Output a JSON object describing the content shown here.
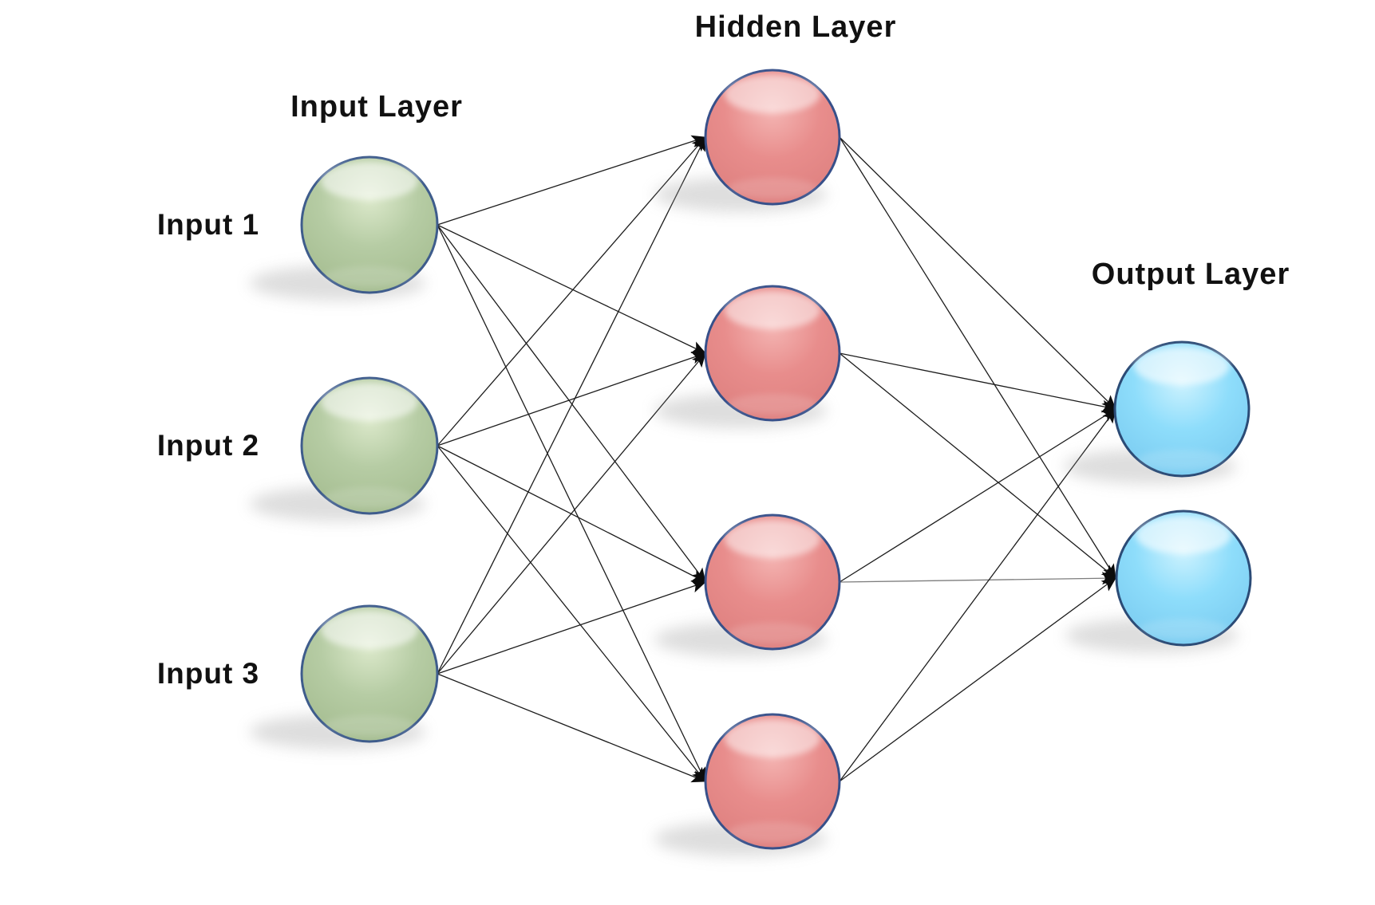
{
  "diagram": {
    "type": "neural-network",
    "titles": {
      "input": "Input Layer",
      "hidden": "Hidden Layer",
      "output": "Output Layer"
    },
    "node_labels": {
      "input_1": "Input 1",
      "input_2": "Input 2",
      "input_3": "Input 3"
    },
    "structure": {
      "input_nodes": 3,
      "hidden_nodes": 4,
      "output_nodes": 2,
      "connectivity": "fully-connected",
      "direction": "left-to-right"
    },
    "colors": {
      "background": "#ffffff",
      "edge": "#1c1c1c",
      "edge_faint": "#7d7d7d",
      "arrow": "#0c0c0c",
      "input_fill": "#b6cca4",
      "input_fill_light": "#dce9cb",
      "input_fill_dark": "#a2ba8d",
      "input_stroke": "#3e5c8c",
      "hidden_fill": "#e88d8c",
      "hidden_fill_light": "#f4b5b3",
      "hidden_fill_dark": "#dc7e7d",
      "hidden_stroke": "#37508a",
      "output_fill": "#8eddfb",
      "output_fill_light": "#cdf2fe",
      "output_fill_dark": "#77c8ee",
      "output_stroke": "#2b4b76"
    }
  }
}
